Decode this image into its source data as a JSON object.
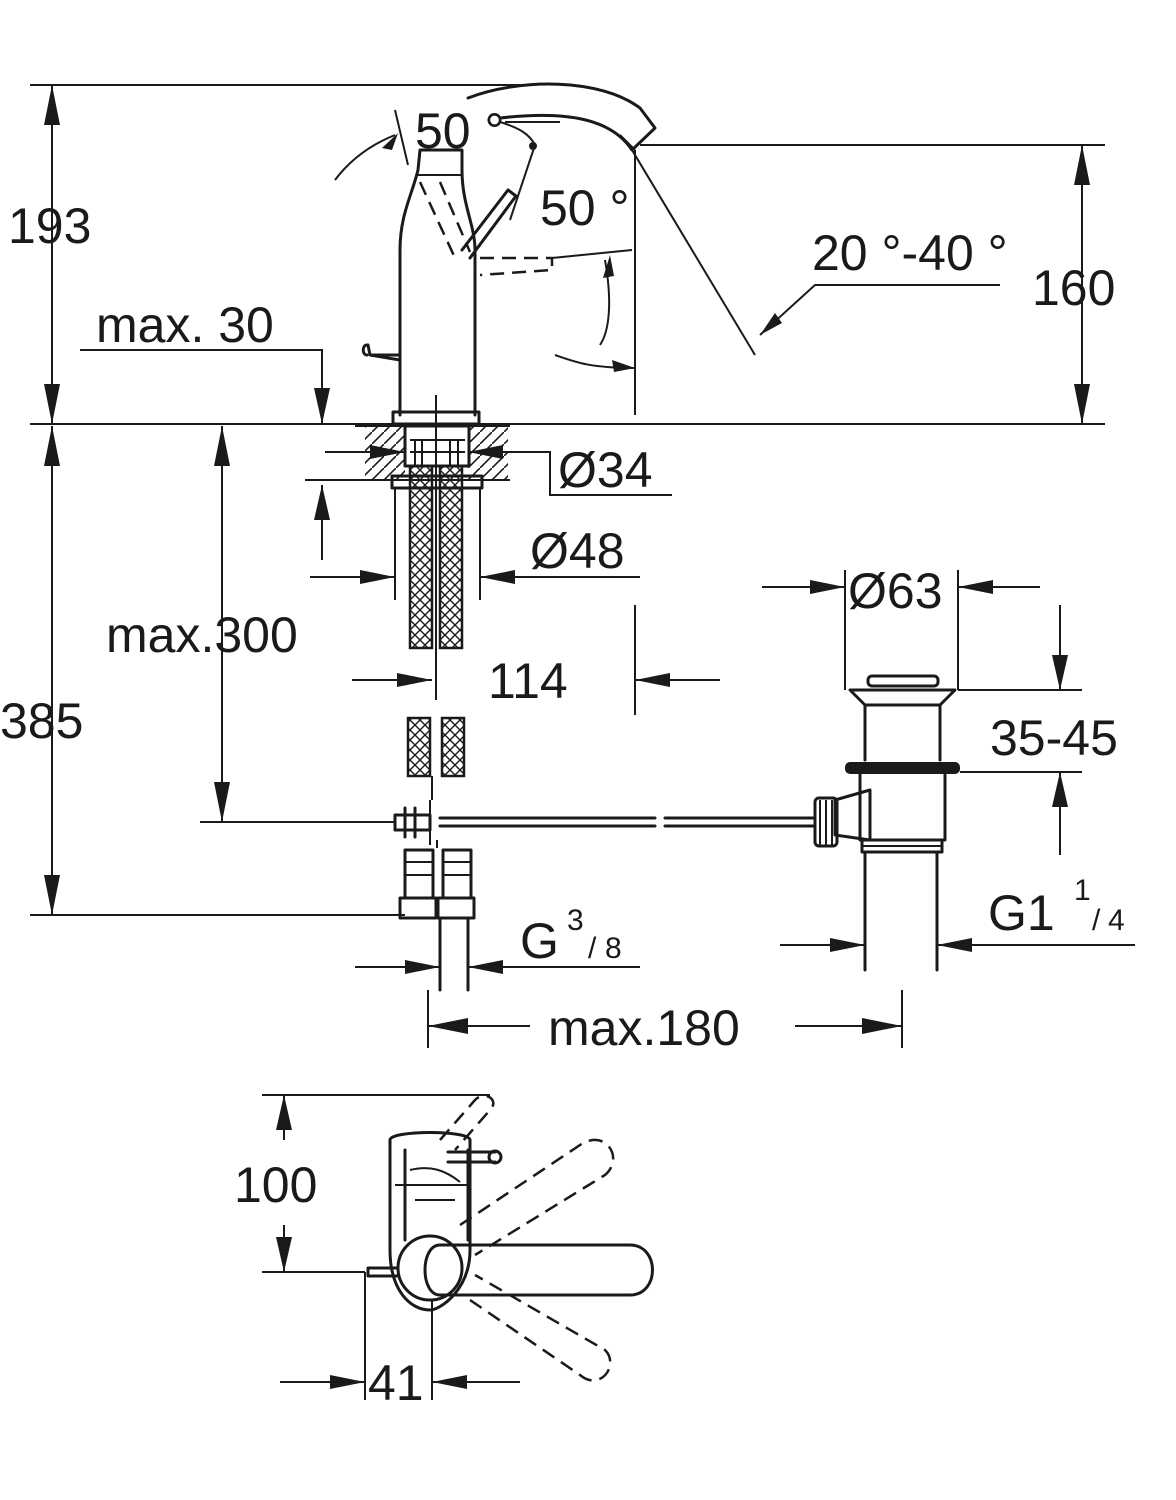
{
  "labels": {
    "height_total": "193",
    "lever_angle_top": "50 °",
    "lever_angle_side": "50 °",
    "spout_angle": "20 °-40 °",
    "spout_height": "160",
    "max_thickness": "max. 30",
    "diameter_34": "Ø34",
    "diameter_48": "Ø48",
    "diameter_63": "Ø63",
    "max_hose": "max.300",
    "distance_114": "114",
    "total_385": "385",
    "waste_range": "35-45",
    "waste_thread_main": "G1",
    "waste_thread_num": "1",
    "waste_thread_den": "4",
    "inlet_thread_main": "G",
    "inlet_thread_num": "3",
    "inlet_thread_den": "8",
    "max_180": "max.180",
    "plan_depth": "100",
    "plan_width": "41"
  }
}
